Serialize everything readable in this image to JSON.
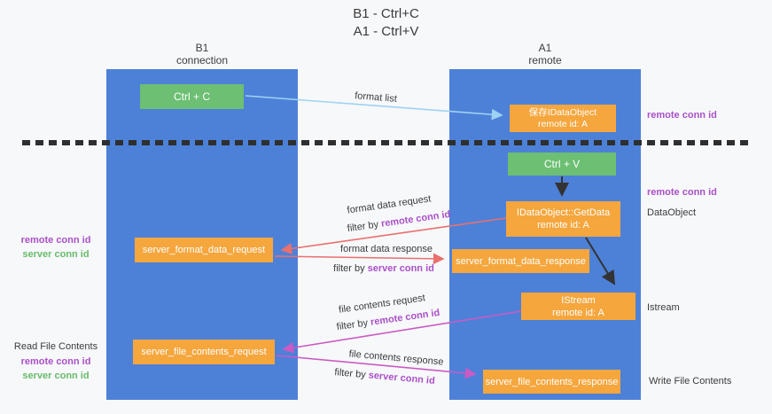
{
  "title": {
    "line1": "B1 - Ctrl+C",
    "line2": "A1 - Ctrl+V"
  },
  "lanes": {
    "left": {
      "title": "B1",
      "subtitle": "connection"
    },
    "right": {
      "title": "A1",
      "subtitle": "remote"
    }
  },
  "nodes": {
    "ctrl_c": {
      "label": "Ctrl + C"
    },
    "ctrl_v": {
      "label": "Ctrl + V"
    },
    "save_idataobject": {
      "line1": "保存IDataObject",
      "line2": "remote id: A"
    },
    "idataobject_getdata": {
      "line1": "IDataObject::GetData",
      "line2": "remote id: A"
    },
    "istream": {
      "line1": "IStream",
      "line2": "remote id: A"
    },
    "server_format_data_request": {
      "label": "server_format_data_request"
    },
    "server_format_data_response": {
      "label": "server_format_data_response"
    },
    "server_file_contents_request": {
      "label": "server_file_contents_request"
    },
    "server_file_contents_response": {
      "label": "server_file_contents_response"
    }
  },
  "edges": {
    "format_list": {
      "label": "format list"
    },
    "format_data_request": {
      "label": "format data request",
      "filter_prefix": "filter by",
      "filter_key": "remote conn id"
    },
    "format_data_response": {
      "label": "format data response",
      "filter_prefix": "filter by",
      "filter_key": "server conn id"
    },
    "file_contents_request": {
      "label": "file contents request",
      "filter_prefix": "filter by",
      "filter_key": "remote conn id"
    },
    "file_contents_response": {
      "label": "file contents response",
      "filter_prefix": "filter by",
      "filter_key": "server conn id"
    }
  },
  "annotations": {
    "right": [
      {
        "text": "remote conn id",
        "style": "purple"
      },
      {
        "text": "remote conn id",
        "style": "purple"
      },
      {
        "text": "DataObject",
        "style": "plain"
      },
      {
        "text": "Istream",
        "style": "plain"
      },
      {
        "text": "Write File Contents",
        "style": "plain"
      }
    ],
    "left": [
      {
        "text": "remote conn id",
        "style": "purple"
      },
      {
        "text": "server conn id",
        "style": "green"
      },
      {
        "text": "Read File Contents",
        "style": "plain"
      },
      {
        "text": "remote conn id",
        "style": "purple"
      },
      {
        "text": "server conn id",
        "style": "green"
      }
    ]
  },
  "colors": {
    "lane_blue": "#4d81d8",
    "box_orange": "#f5a63d",
    "box_green": "#6cbf73",
    "arrow_light_blue": "#9ed2f2",
    "arrow_red": "#e9706e",
    "arrow_magenta": "#c95bc5",
    "arrow_black": "#333333",
    "text_purple": "#aa50c8",
    "text_green": "#67bb6a",
    "background": "#f7f8fa"
  }
}
